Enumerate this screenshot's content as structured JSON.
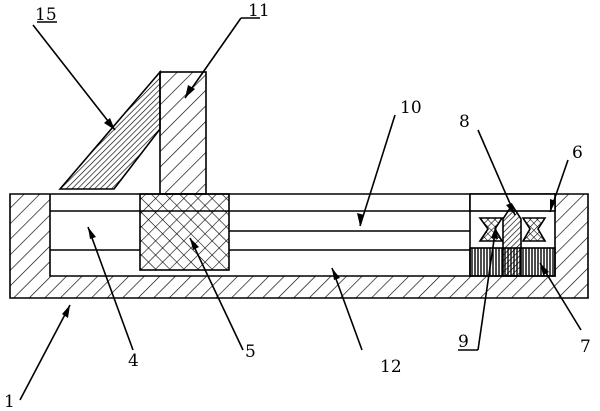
{
  "figure": {
    "kind": "mechanical patent drawing (side section view)",
    "colors": {
      "ink": "#000000",
      "paper": "#ffffff"
    }
  },
  "labels": {
    "n1": "1",
    "n4": "4",
    "n5": "5",
    "n6": "6",
    "n7": "7",
    "n8": "8",
    "n9": "9",
    "n10": "10",
    "n11": "11",
    "n12": "12",
    "n15": "15"
  }
}
